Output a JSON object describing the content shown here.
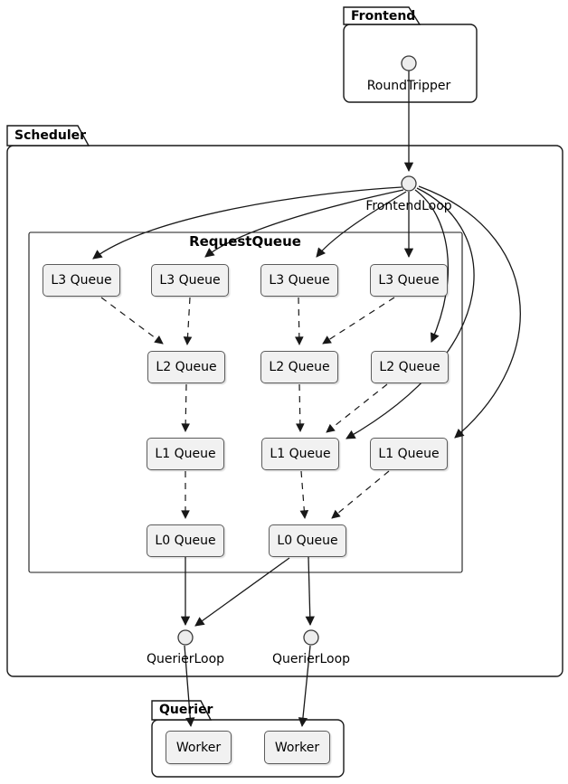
{
  "frontend": {
    "label": "Frontend",
    "round_tripper": "RoundTripper"
  },
  "scheduler": {
    "label": "Scheduler",
    "frontend_loop": "FrontendLoop",
    "request_queue": {
      "label": "RequestQueue",
      "queues": [
        "L3 Queue",
        "L3 Queue",
        "L3 Queue",
        "L3 Queue",
        "L2 Queue",
        "L2 Queue",
        "L2 Queue",
        "L1 Queue",
        "L1 Queue",
        "L1 Queue",
        "L0 Queue",
        "L0 Queue"
      ]
    },
    "querier_loops": [
      "QuerierLoop",
      "QuerierLoop"
    ]
  },
  "querier": {
    "label": "Querier",
    "workers": [
      "Worker",
      "Worker"
    ]
  },
  "colors": {
    "line": "#181818",
    "node_fill": "#f1f1f1",
    "node_border": "#5c5c5c",
    "circle_fill": "#ededed",
    "background": "#ffffff"
  }
}
